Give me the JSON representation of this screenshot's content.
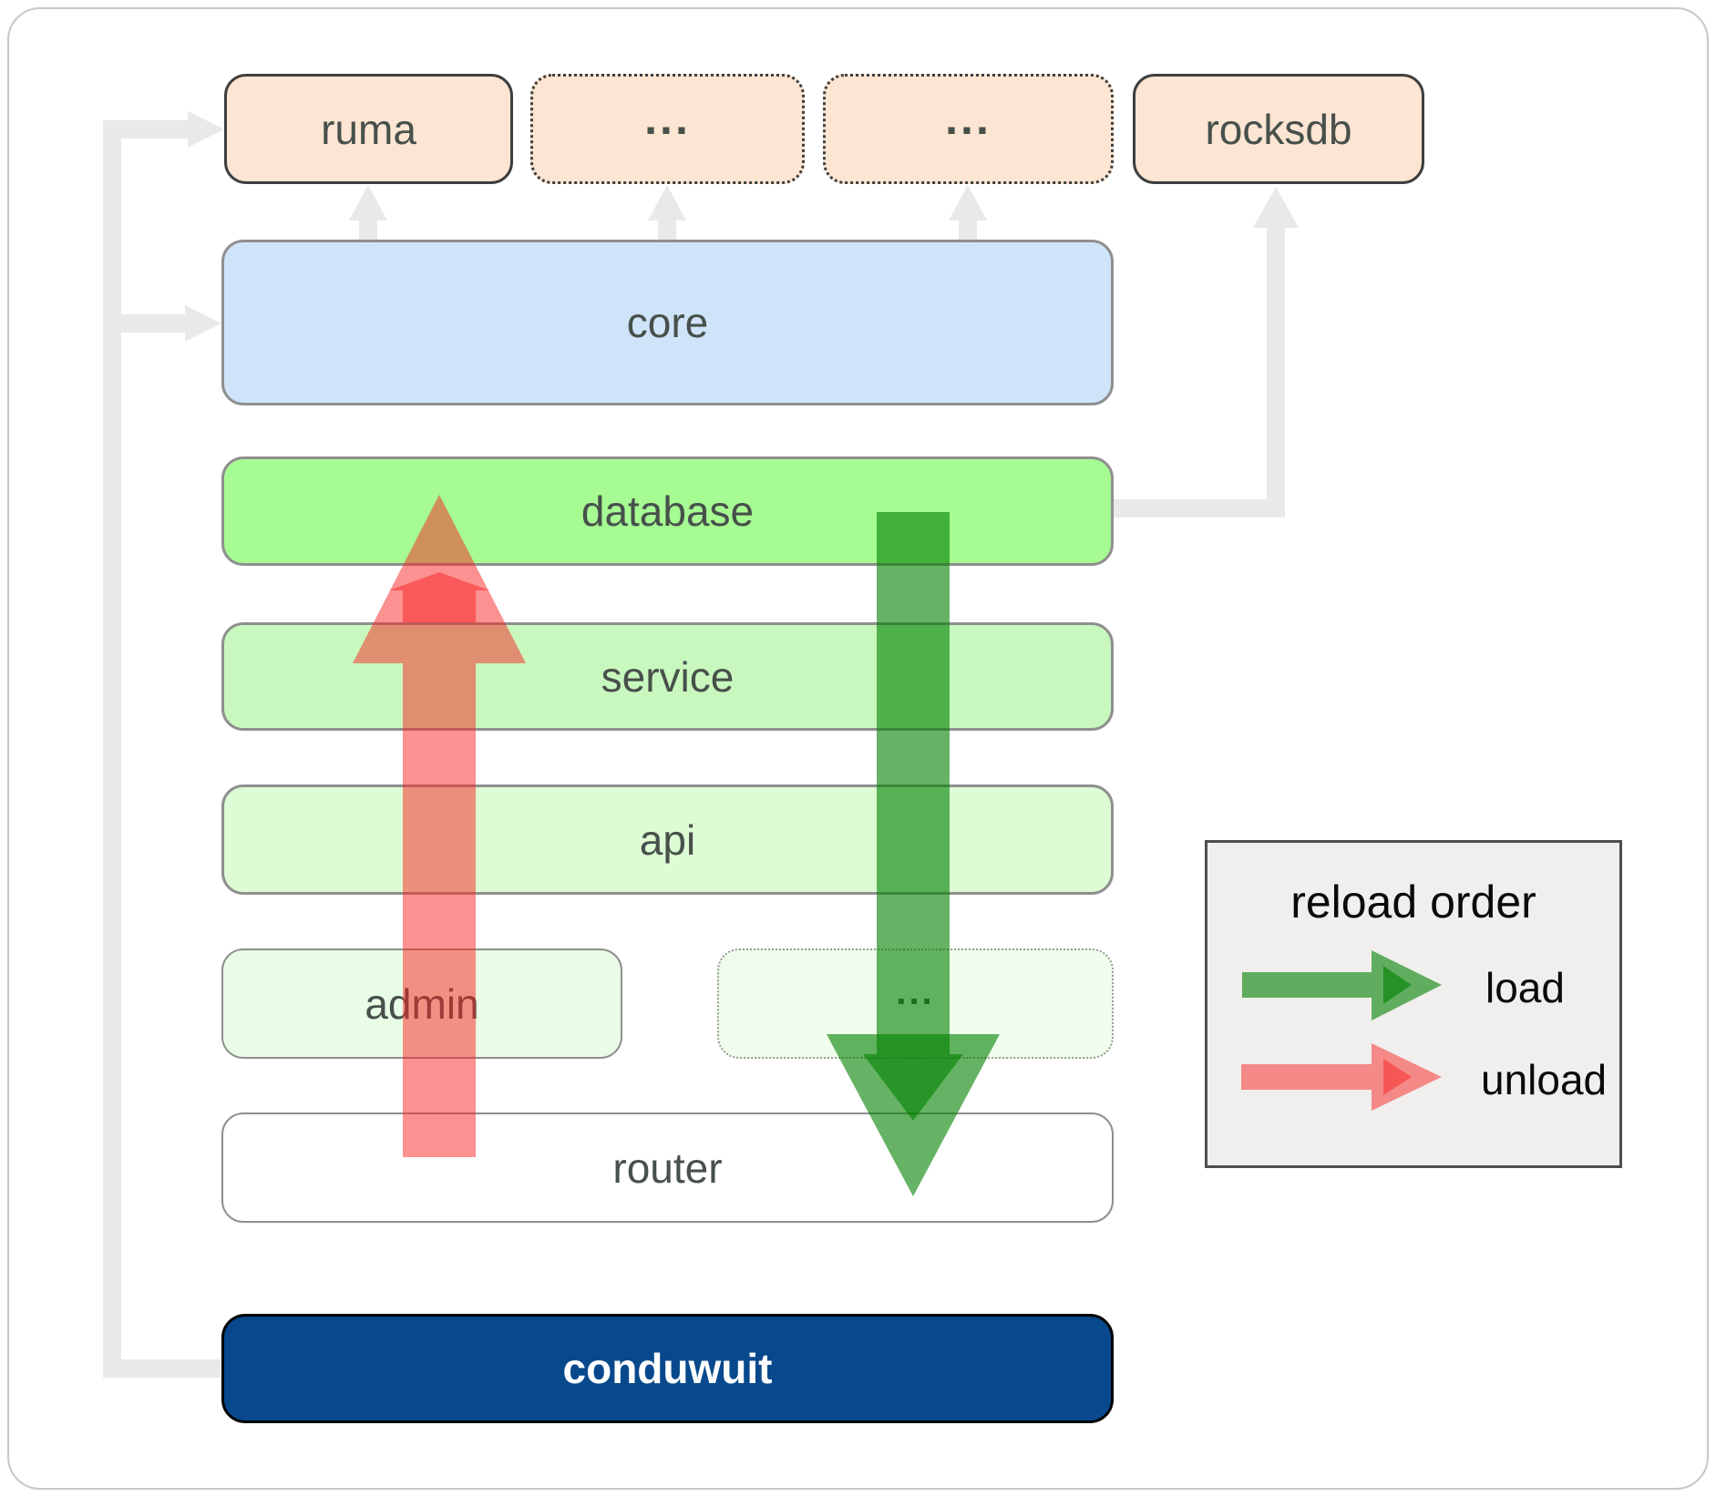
{
  "boxes": {
    "ruma": {
      "label": "ruma"
    },
    "deps_more_1": {
      "label": "..."
    },
    "deps_more_2": {
      "label": "..."
    },
    "rocksdb": {
      "label": "rocksdb"
    },
    "core": {
      "label": "core"
    },
    "database": {
      "label": "database"
    },
    "service": {
      "label": "service"
    },
    "api": {
      "label": "api"
    },
    "admin": {
      "label": "admin"
    },
    "admin_more": {
      "label": "..."
    },
    "router": {
      "label": "router"
    },
    "conduwuit": {
      "label": "conduwuit"
    }
  },
  "legend": {
    "title": "reload order",
    "items": [
      {
        "label": "load",
        "color": "#008000"
      },
      {
        "label": "unload",
        "color": "#f72321"
      }
    ]
  },
  "colors": {
    "frame-border": "#c8c8c8",
    "dark-border": "#3e3e3e",
    "gray-border": "#8f8f8f",
    "dots-border": "#999999",
    "peach": "#fce5d2",
    "core-blue": "#cfe4f8",
    "db-green": "#a6fb92",
    "svc-green": "#c9f8bf",
    "api-green": "#ddfbd4",
    "admin-green": "#e9fce5",
    "more-green": "#f0fdec",
    "conduwuit-blue": "#07498c",
    "label-text": "#47504b",
    "legend-bg": "#f0efed",
    "legend-border": "#4e4e4e",
    "connector-gray": "#e9e9e9",
    "load": "rgba(0,128,0,0.60)",
    "unload": "rgba(247,35,33,0.50)"
  }
}
